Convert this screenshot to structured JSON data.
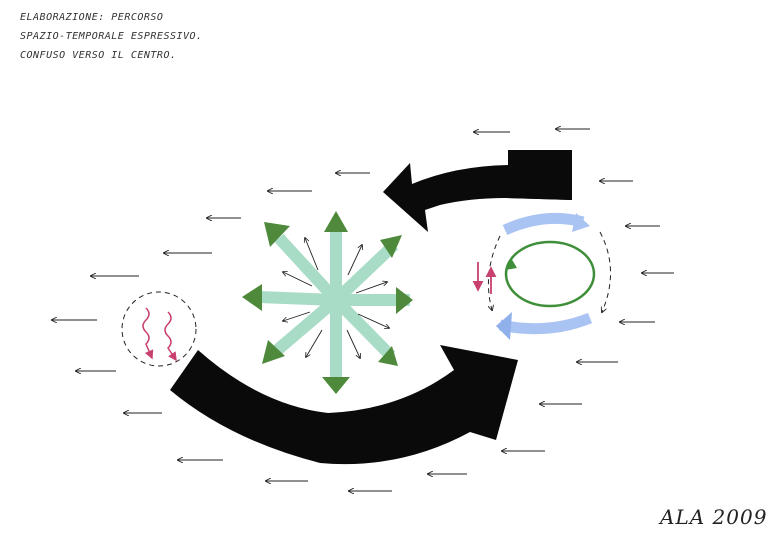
{
  "caption": {
    "lines": [
      "Elaborazione: percorso",
      "spazio-temporale espressivo.",
      "Confuso verso il centro."
    ]
  },
  "signature": "ALA 2009",
  "colors": {
    "paper": "#ffffff",
    "ink_black": "#0a0a0a",
    "marker_green_light": "#a9dcc6",
    "marker_green_dark": "#4f8a3c",
    "marker_green_ring": "#3f8f3a",
    "marker_blue": "#a9c3f2",
    "marker_pink": "#c8406e",
    "thin_arrow_ink": "#222222"
  }
}
